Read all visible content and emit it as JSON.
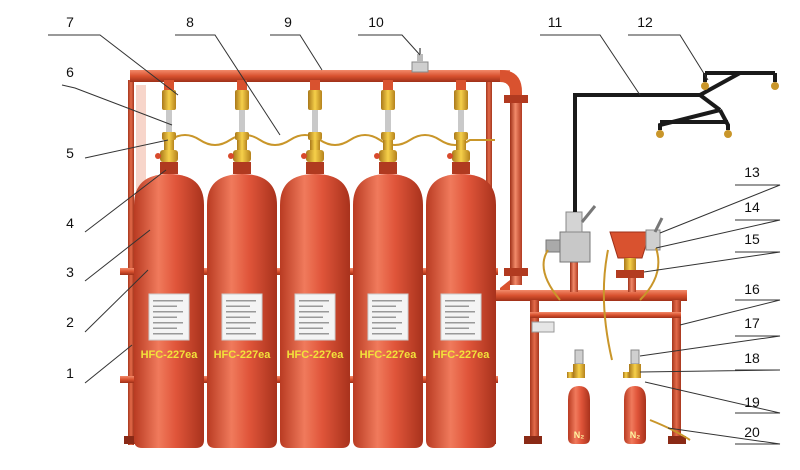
{
  "callouts": [
    "1",
    "2",
    "3",
    "4",
    "5",
    "6",
    "7",
    "8",
    "9",
    "10",
    "11",
    "12",
    "13",
    "14",
    "15",
    "16",
    "17",
    "18",
    "19",
    "20"
  ],
  "agent_cylinders": [
    {
      "label": "HFC-227ea"
    },
    {
      "label": "HFC-227ea"
    },
    {
      "label": "HFC-227ea"
    },
    {
      "label": "HFC-227ea"
    },
    {
      "label": "HFC-227ea"
    }
  ],
  "pilot_cylinders": [
    {
      "label": "N₂"
    },
    {
      "label": "N₂"
    }
  ],
  "colors": {
    "cylinder": "#e0553a",
    "pipe": "#d9522f",
    "brass": "#e8b32a",
    "nozzle_pipe": "#1a1a1a",
    "label_plate": "#f4f4f4"
  }
}
